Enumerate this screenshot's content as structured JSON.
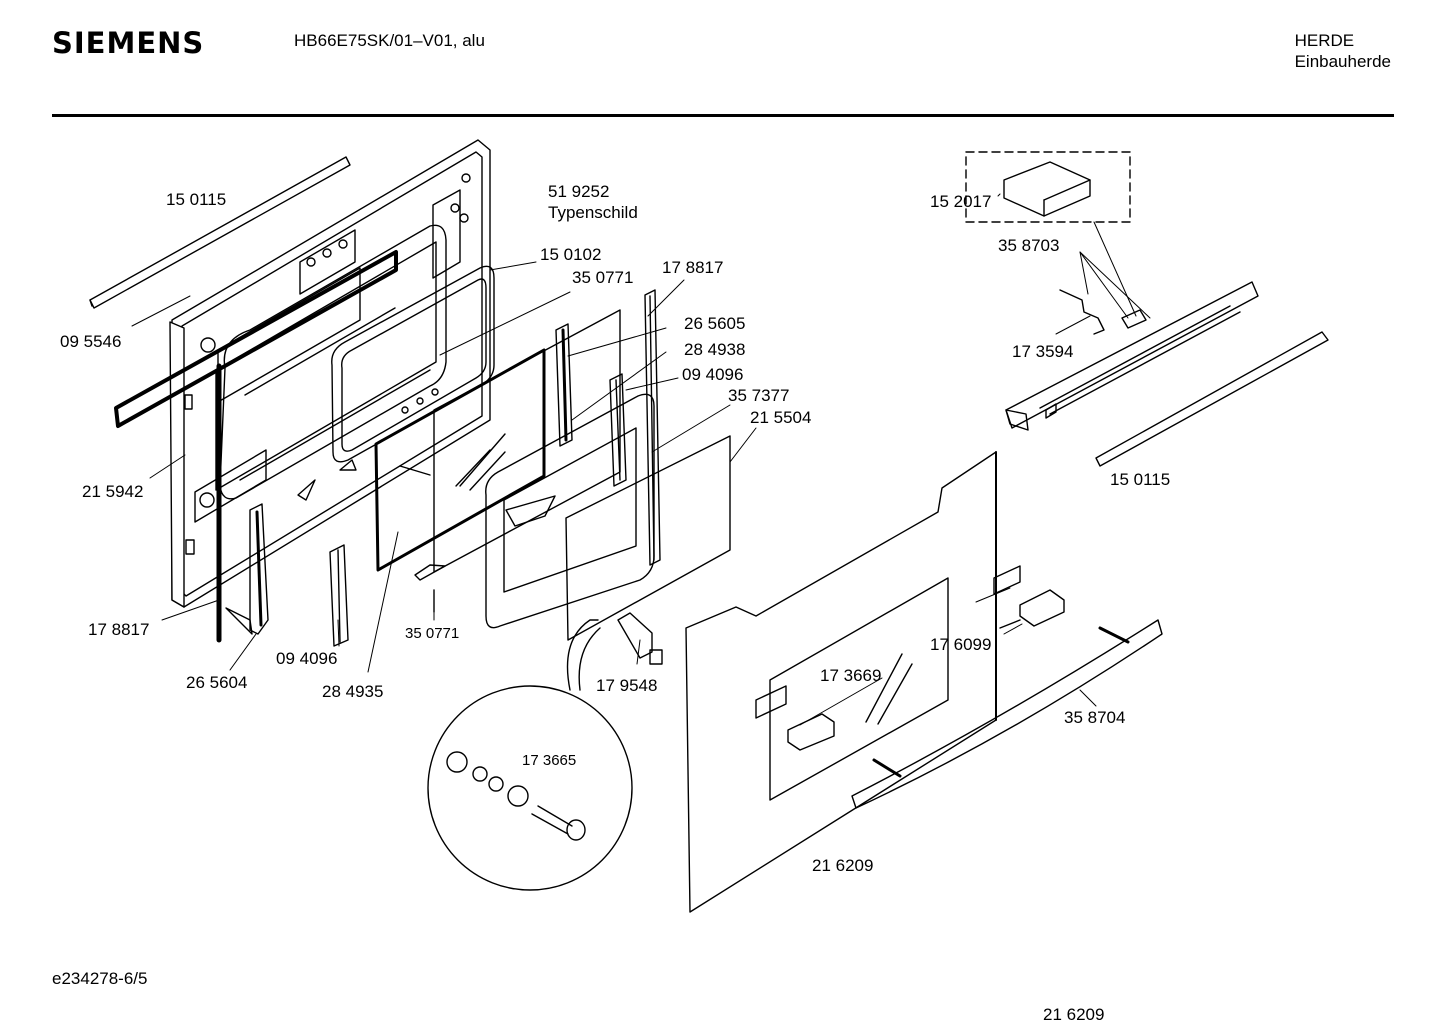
{
  "header": {
    "brand": "SIEMENS",
    "model": "HB66E75SK/01–V01, alu",
    "category_line1": "HERDE",
    "category_line2": "Einbauherde"
  },
  "footer": {
    "drawing_id": "e234278-6/5",
    "page_ref": "21 6209"
  },
  "callouts": {
    "p150115_left": "15 0115",
    "p095546": "09 5546",
    "p519252": "51 9252",
    "typenschild": "Typenschild",
    "p150102": "15 0102",
    "p350771_top": "35 0771",
    "p178817_top": "17 8817",
    "p265605": "26 5605",
    "p284938": "28 4938",
    "p094096_top": "09 4096",
    "p357377": "35 7377",
    "p215504": "21 5504",
    "p215942": "21 5942",
    "p178817_bottom": "17 8817",
    "p265604": "26 5604",
    "p094096_bottom": "09 4096",
    "p284935": "28 4935",
    "p350771_bottom": "35 0771",
    "p179548": "17 9548",
    "p173665": "17 3665",
    "p152017": "15 2017",
    "p358703": "35 8703",
    "p173594": "17 3594",
    "p150115_right": "15 0115",
    "p176099": "17 6099",
    "p173669": "17 3669",
    "p358704": "35 8704",
    "p216209": "21 6209"
  }
}
